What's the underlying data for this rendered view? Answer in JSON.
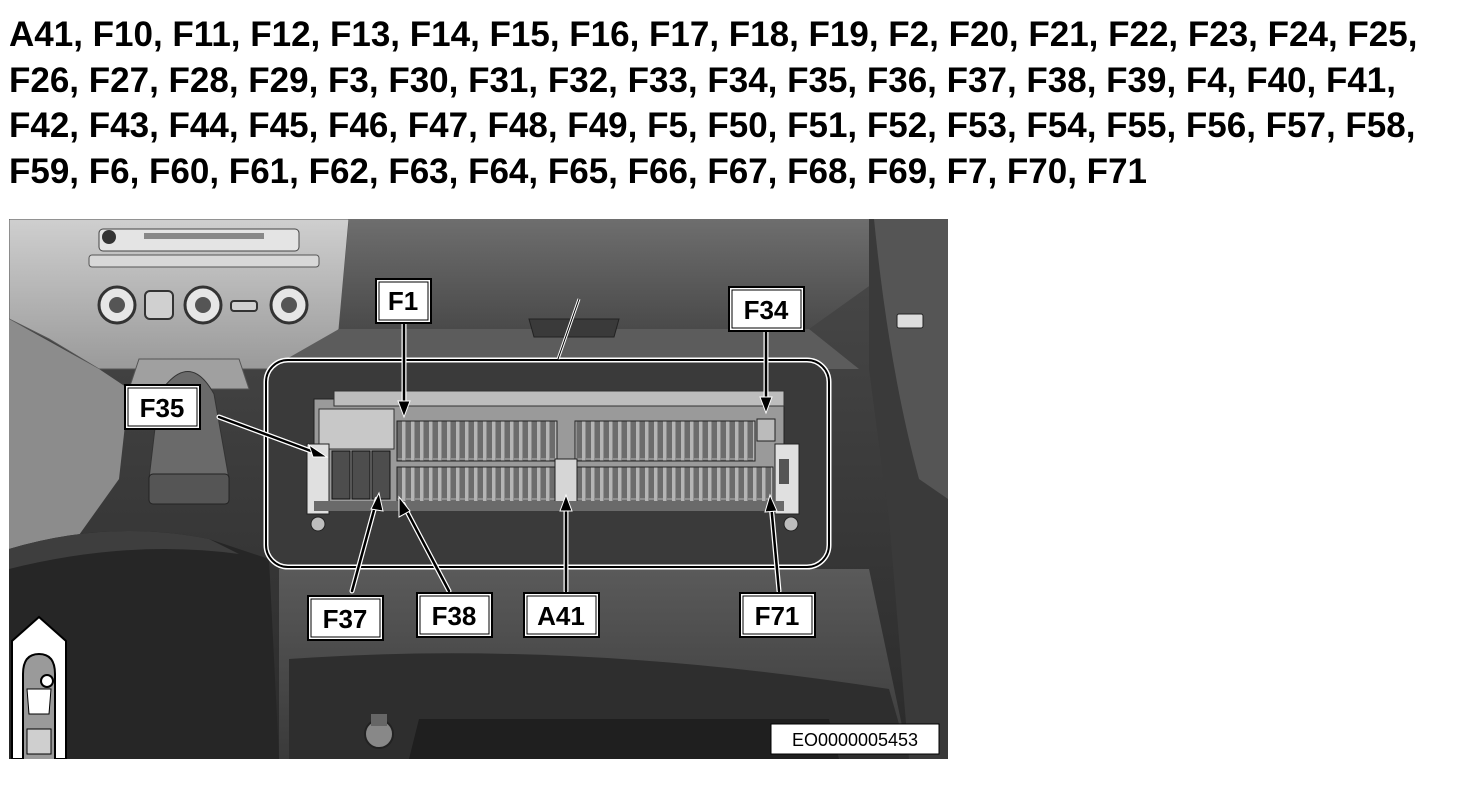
{
  "heading": {
    "lines": [
      "A41, F10, F11, F12, F13, F14, F15, F16, F17, F18, F19, F2, F20, F21, F22, F23, F24, F25,",
      "F26, F27, F28, F29, F3, F30, F31, F32, F33, F34, F35, F36, F37, F38, F39, F4, F40, F41,",
      "F42, F43, F44, F45, F46, F47, F48, F49, F5, F50, F51, F52, F53, F54, F55, F56, F57, F58,",
      "F59, F6, F60, F61, F62, F63, F64, F65, F66, F67, F68, F69, F7, F70, F71"
    ]
  },
  "figure": {
    "callouts": {
      "f1": "F1",
      "f34": "F34",
      "f35": "F35",
      "f37": "F37",
      "f38": "F38",
      "a41": "A41",
      "f71": "F71"
    },
    "image_code": "EO0000005453",
    "location_icon": "car-location-icon"
  }
}
